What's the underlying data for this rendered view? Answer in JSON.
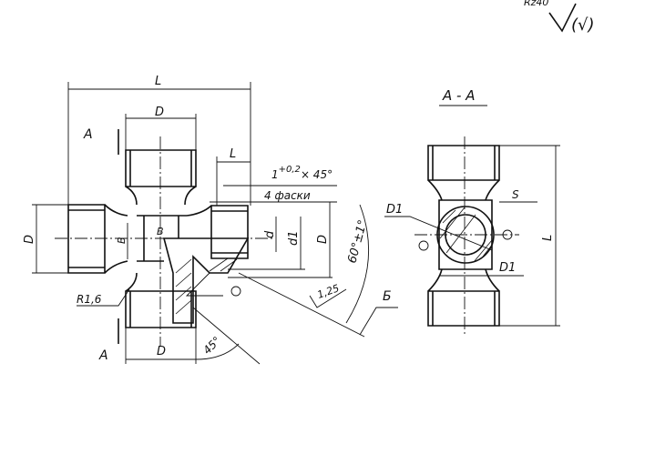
{
  "roughness": {
    "main": "Rz40",
    "other": "(√)"
  },
  "front_view": {
    "overall_length": "L",
    "top_diameter": "D",
    "section_mark_top": "A",
    "section_mark_bottom": "A",
    "branch_length": "L",
    "chamfer": "1",
    "chamfer_tolerance": "+0,2",
    "chamfer_angle": "× 45°",
    "chamfer_note": "4 фаски",
    "bore_width": "B",
    "left_height": "D",
    "left_bore": "B",
    "radius": "R1,6",
    "dim_d": "d",
    "dim_d1": "d1",
    "dim_D": "D",
    "cone_angle": "60°±1°",
    "roughness_cone": "1,25",
    "view_label": "Б",
    "bottom_diameter": "D",
    "angle_45": "45°"
  },
  "section_view": {
    "title": "A - A",
    "inner_diameter": "D1",
    "wrench_size": "S",
    "lower_diameter": "D1",
    "length": "L"
  }
}
